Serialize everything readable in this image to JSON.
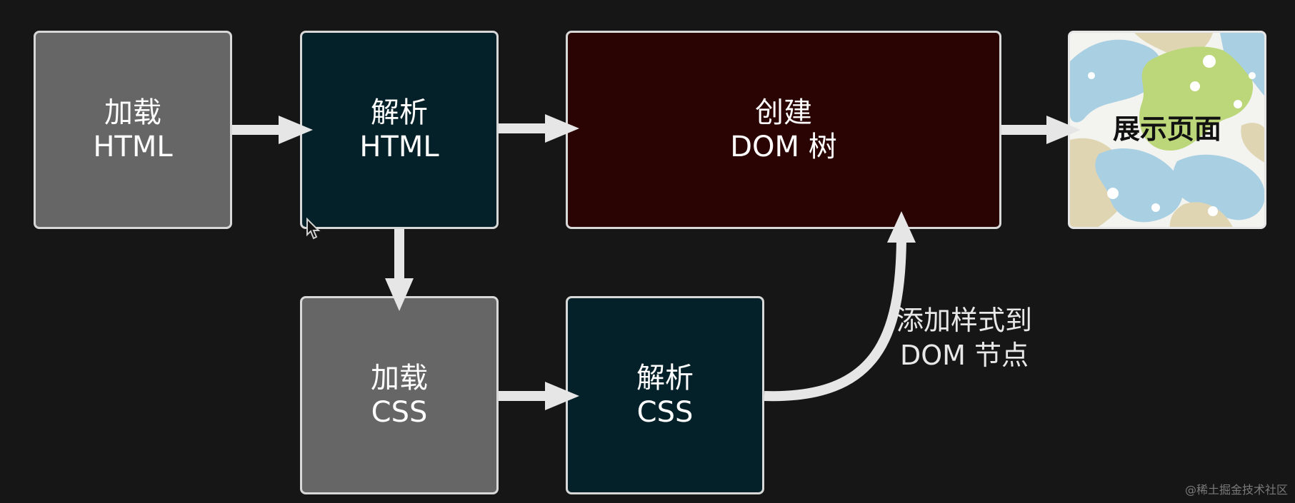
{
  "boxes": {
    "load_html": {
      "line1": "加载",
      "line2": "HTML"
    },
    "parse_html": {
      "line1": "解析",
      "line2": "HTML"
    },
    "create_dom": {
      "line1": "创建",
      "line2": "DOM 树"
    },
    "show_page": {
      "line1": "展示页面"
    },
    "load_css": {
      "line1": "加载",
      "line2": "CSS"
    },
    "parse_css": {
      "line1": "解析",
      "line2": "CSS"
    }
  },
  "annotation": {
    "line1": "添加样式到",
    "line2": "DOM 节点"
  },
  "watermark": "@稀土掘金技术社区",
  "colors": {
    "background": "#161616",
    "box_gray": "#666666",
    "box_navy": "#042028",
    "box_maroon": "#2a0303",
    "border": "#d8d8d8",
    "arrow": "#e6e6e6"
  }
}
